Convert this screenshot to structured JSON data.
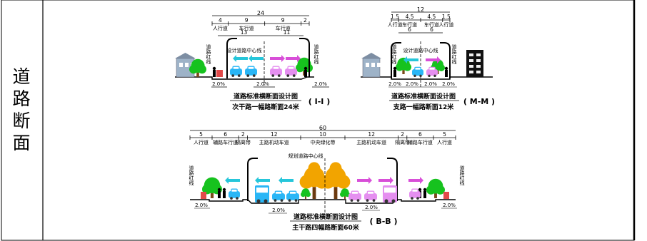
{
  "sidebar": {
    "title_chars": [
      "道",
      "路",
      "断",
      "面"
    ]
  },
  "colors": {
    "tree": "#16c21e",
    "car_blue": "#29b6f6",
    "car_pink": "#e58ff0",
    "arrow_cyan": "#26c6da",
    "arrow_magenta": "#d84fd8",
    "tree_orange": "#f2a400",
    "building": "#9eb3c8"
  },
  "section_I": {
    "total": "24",
    "widths": [
      "4",
      "9",
      "9",
      "2"
    ],
    "labels": [
      "人行道",
      "车行道",
      "车行道"
    ],
    "sub_widths": [
      "13",
      "11"
    ],
    "center_label": "设计道路中心线",
    "red_line_label": "道路红线",
    "slopes": [
      "2.0%",
      "2.0%",
      "2.0%"
    ],
    "caption_line1": "道路标准横断面设计图",
    "caption_line2": "次干路一幅路断面24米",
    "tag": "( I-I )"
  },
  "section_M": {
    "total": "12",
    "widths": [
      "1.5",
      "4.5",
      "4.5",
      "1.5"
    ],
    "labels": [
      "人行道",
      "车行道",
      "车行道",
      "人行道"
    ],
    "sub_widths": [
      "6",
      "6"
    ],
    "center_label": "设计道路中心线",
    "red_line_label": "道路红线",
    "slopes": [
      "2.0%",
      "2.0%",
      "2.0%",
      "2.0%"
    ],
    "caption_line1": "道路标准横断面设计图",
    "caption_line2": "支路一幅路断面12米",
    "tag": "( M-M )"
  },
  "section_B": {
    "total": "60",
    "widths": [
      "5",
      "6",
      "2",
      "12",
      "10",
      "12",
      "2",
      "6",
      "5"
    ],
    "labels": [
      "人行道",
      "辅路车行道",
      "隔离带",
      "主路机动车道",
      "中央绿化带",
      "主路机动车道",
      "隔离带",
      "辅路车行道",
      "人行道"
    ],
    "center_label": "规划道路中心线",
    "red_line_label": "道路红线",
    "slopes": [
      "2.0%",
      "2.0%",
      "2.0%",
      "2.0%"
    ],
    "caption_line1": "道路标准横断面设计图",
    "caption_line2": "主干路四幅路断面60米",
    "tag": "( B-B )"
  }
}
